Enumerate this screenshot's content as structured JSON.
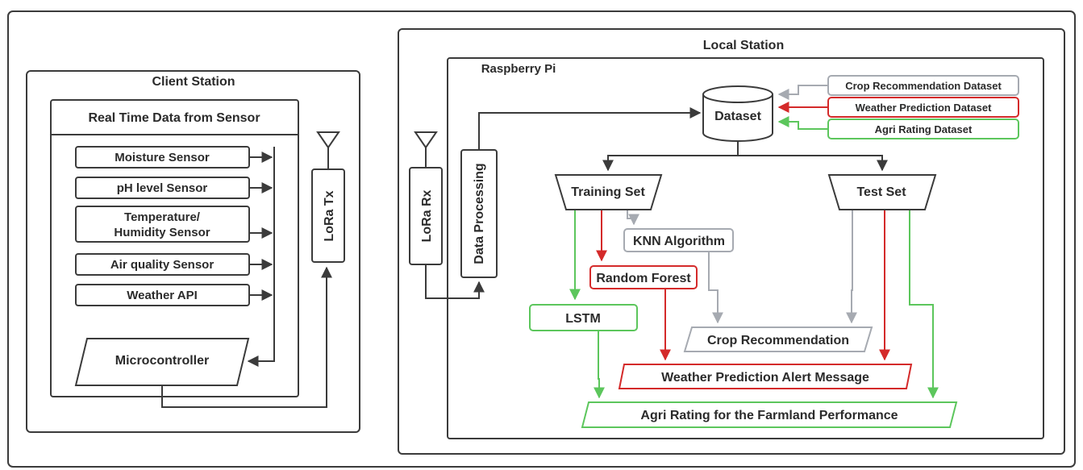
{
  "client_station": {
    "title": "Client Station",
    "realtime_header": "Real Time Data from Sensor",
    "sensors": {
      "moisture": "Moisture Sensor",
      "ph": "pH level Sensor",
      "temp_line1": "Temperature/",
      "temp_line2": "Humidity Sensor",
      "air": "Air quality Sensor",
      "weather_api": "Weather API"
    },
    "microcontroller": "Microcontroller",
    "lora_tx": "LoRa Tx"
  },
  "local_station": {
    "title": "Local Station",
    "raspberry_pi": "Raspberry Pi",
    "lora_rx": "LoRa Rx",
    "data_processing": "Data Processing",
    "dataset": "Dataset",
    "datasets": {
      "crop": "Crop Recommendation Dataset",
      "weather": "Weather Prediction Dataset",
      "agri": "Agri Rating Dataset"
    },
    "training_set": "Training Set",
    "test_set": "Test Set",
    "models": {
      "knn": "KNN Algorithm",
      "rf": "Random Forest",
      "lstm": "LSTM"
    },
    "outputs": {
      "crop_rec": "Crop Recommendation",
      "weather_alert": "Weather Prediction Alert Message",
      "agri_rating": "Agri Rating for the Farmland Performance"
    }
  },
  "colors": {
    "gray": "#a6aab1",
    "red": "#d42a2a",
    "green": "#5cc65c",
    "dark": "#3b3b3b"
  }
}
